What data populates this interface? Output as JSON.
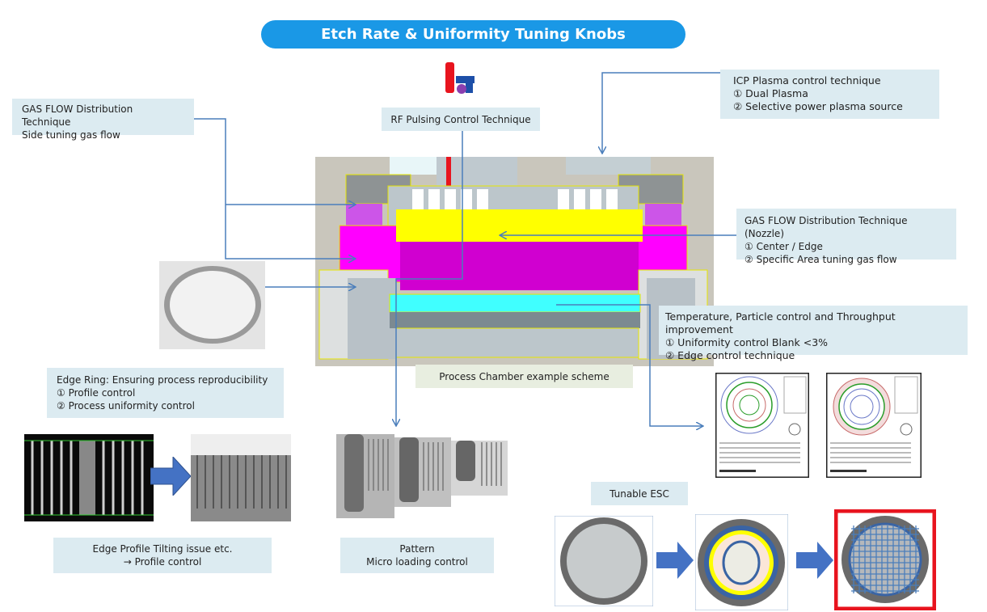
{
  "title": "Etch Rate & Uniformity Tuning Knobs",
  "logo": {
    "text": "LT",
    "colors": [
      "#e8141e",
      "#1d4fa8",
      "#8a3fb0"
    ]
  },
  "labels": {
    "gas_side": {
      "line1": "GAS FLOW Distribution Technique",
      "line2": "Side tuning gas flow"
    },
    "rf": {
      "line1": "RF Pulsing Control Technique"
    },
    "icp": {
      "line1": "ICP Plasma control technique",
      "line2": "① Dual Plasma",
      "line3": "② Selective power plasma source"
    },
    "gas_nozzle": {
      "line1": "GAS FLOW Distribution Technique (Nozzle)",
      "line2": "① Center / Edge",
      "line3": "② Specific Area tuning gas flow"
    },
    "temperature": {
      "line1": "Temperature, Particle control and Throughput improvement",
      "line2": "① Uniformity control Blank <3%",
      "line3": "② Edge control technique"
    },
    "chamber_caption": {
      "line1": "Process Chamber example scheme"
    },
    "edge_ring": {
      "line1": "Edge Ring: Ensuring process reproducibility",
      "line2": "① Profile control",
      "line3": "② Process uniformity control"
    },
    "tunable_esc": {
      "line1": "Tunable ESC"
    },
    "edge_profile": {
      "line1": "Edge Profile Tilting issue etc.",
      "line2": "→ Profile control"
    },
    "pattern": {
      "line1": "Pattern",
      "line2": "Micro loading control"
    }
  },
  "colors": {
    "accent": "#1a98e6",
    "label_bg": "#dcebf1",
    "connector": "#4a7ebb",
    "highlight": "#e8141e"
  }
}
